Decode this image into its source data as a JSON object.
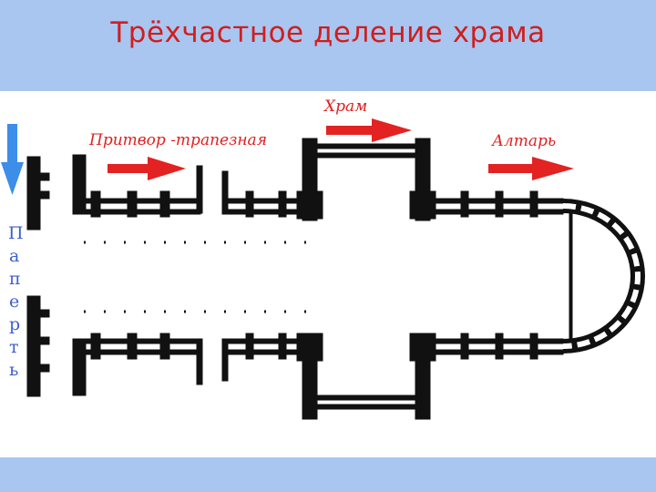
{
  "title": "Трёхчастное деление  храма",
  "labels": {
    "narthex": "Притвор -трапезная",
    "nave": "Храм",
    "altar": "Алтарь"
  },
  "side_letters": [
    "П",
    "а",
    "п",
    "е",
    "р",
    "т",
    "ь"
  ],
  "colors": {
    "title": "#d01e1e",
    "label": "#e02020",
    "arrow": "#e32222",
    "side_arrow": "#3c8ee8",
    "side_text": "#3d5fd0",
    "wall": "#111111",
    "background": "#a9c6f0"
  }
}
